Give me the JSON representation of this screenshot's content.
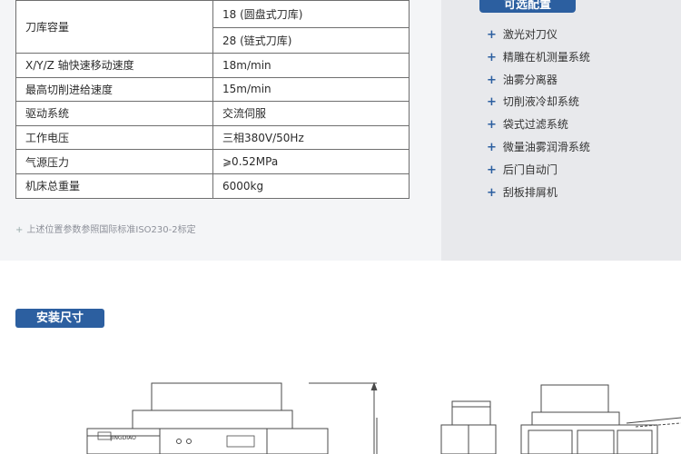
{
  "spec": {
    "rows": [
      {
        "label": "刀库容量",
        "values": [
          "18 (圆盘式刀库)",
          "28 (链式刀库)"
        ]
      },
      {
        "label": "X/Y/Z 轴快速移动速度",
        "values": [
          "18m/min"
        ]
      },
      {
        "label": "最高切削进给速度",
        "values": [
          "15m/min"
        ]
      },
      {
        "label": "驱动系统",
        "values": [
          "交流伺服"
        ]
      },
      {
        "label": "工作电压",
        "values": [
          "三相380V/50Hz"
        ]
      },
      {
        "label": "气源压力",
        "values": [
          "⩾0.52MPa"
        ]
      },
      {
        "label": "机床总重量",
        "values": [
          "6000kg"
        ]
      }
    ],
    "note": "上述位置参数参照国际标准ISO230-2标定"
  },
  "options": {
    "title": "可选配置",
    "items": [
      "激光对刀仪",
      "精雕在机测量系统",
      "油雾分离器",
      "切削液冷却系统",
      "袋式过滤系统",
      "微量油雾润滑系统",
      "后门自动门",
      "刮板排屑机"
    ]
  },
  "install": {
    "title": "安装尺寸",
    "logo": "JINGDIAO"
  }
}
